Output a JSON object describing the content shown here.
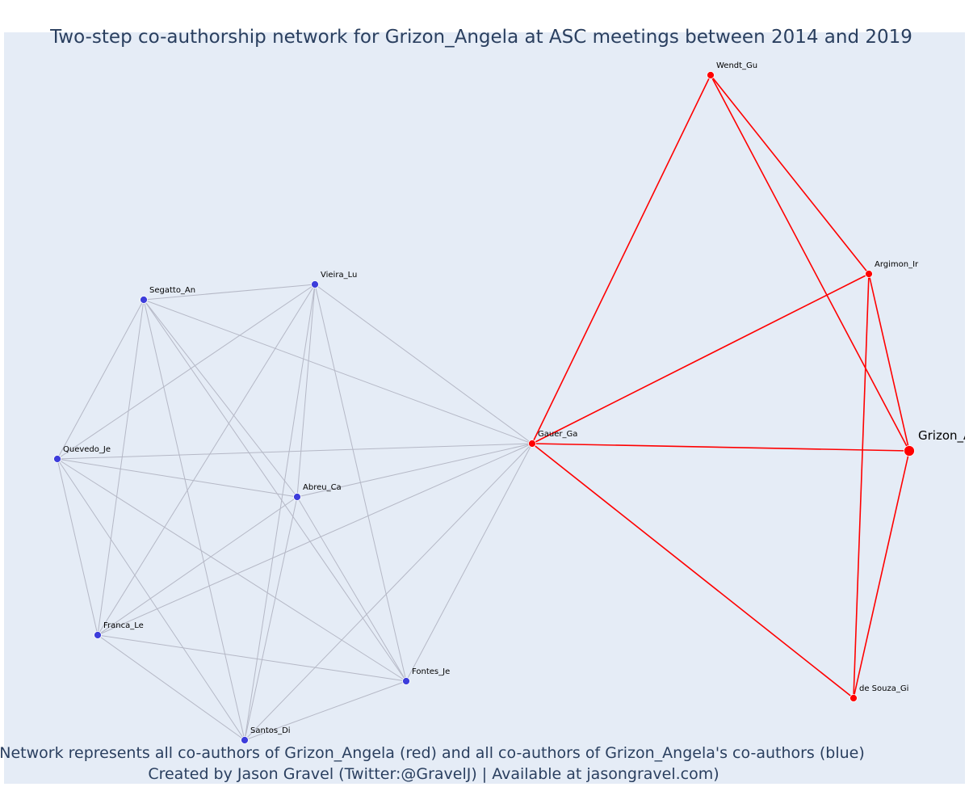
{
  "title": "Two-step co-authorship network for Grizon_Angela at ASC meetings between 2014 and 2019",
  "footer": {
    "line1": "Network represents all co-authors of Grizon_Angela (red) and all co-authors of Grizon_Angela's co-authors (blue)",
    "line2": "Created by Jason Gravel (Twitter:@GravelJ) | Available at jasongravel.com)"
  },
  "colors": {
    "background": "#e5ecf6",
    "red": "#ff0000",
    "blue": "#3d3ddb",
    "gray_edge": "#b5b8c6",
    "text": "#2a3f5f"
  },
  "nodes": [
    {
      "id": "Wendt_Gu",
      "group": "red"
    },
    {
      "id": "Argimon_Ir",
      "group": "red"
    },
    {
      "id": "Grizon_Angela",
      "label": "Grizon_A",
      "group": "focal"
    },
    {
      "id": "Gauer_Ga",
      "group": "red"
    },
    {
      "id": "de Souza_Gi",
      "group": "red"
    },
    {
      "id": "Vieira_Lu",
      "group": "blue"
    },
    {
      "id": "Segatto_An",
      "group": "blue"
    },
    {
      "id": "Quevedo_Je",
      "group": "blue"
    },
    {
      "id": "Abreu_Ca",
      "group": "blue"
    },
    {
      "id": "Franca_Le",
      "group": "blue"
    },
    {
      "id": "Fontes_Je",
      "group": "blue"
    },
    {
      "id": "Santos_Di",
      "group": "blue"
    }
  ],
  "edges_red": [
    [
      "Wendt_Gu",
      "Gauer_Ga"
    ],
    [
      "Wendt_Gu",
      "Argimon_Ir"
    ],
    [
      "Wendt_Gu",
      "Grizon_Angela"
    ],
    [
      "Argimon_Ir",
      "Gauer_Ga"
    ],
    [
      "Argimon_Ir",
      "Grizon_Angela"
    ],
    [
      "Argimon_Ir",
      "de Souza_Gi"
    ],
    [
      "Gauer_Ga",
      "Grizon_Angela"
    ],
    [
      "Gauer_Ga",
      "de Souza_Gi"
    ],
    [
      "de Souza_Gi",
      "Grizon_Angela"
    ]
  ],
  "edges_gray": [
    [
      "Segatto_An",
      "Vieira_Lu"
    ],
    [
      "Segatto_An",
      "Gauer_Ga"
    ],
    [
      "Segatto_An",
      "Quevedo_Je"
    ],
    [
      "Segatto_An",
      "Franca_Le"
    ],
    [
      "Segatto_An",
      "Santos_Di"
    ],
    [
      "Segatto_An",
      "Fontes_Je"
    ],
    [
      "Segatto_An",
      "Abreu_Ca"
    ],
    [
      "Vieira_Lu",
      "Gauer_Ga"
    ],
    [
      "Vieira_Lu",
      "Quevedo_Je"
    ],
    [
      "Vieira_Lu",
      "Franca_Le"
    ],
    [
      "Vieira_Lu",
      "Santos_Di"
    ],
    [
      "Vieira_Lu",
      "Fontes_Je"
    ],
    [
      "Vieira_Lu",
      "Abreu_Ca"
    ],
    [
      "Quevedo_Je",
      "Gauer_Ga"
    ],
    [
      "Quevedo_Je",
      "Abreu_Ca"
    ],
    [
      "Quevedo_Je",
      "Franca_Le"
    ],
    [
      "Quevedo_Je",
      "Santos_Di"
    ],
    [
      "Quevedo_Je",
      "Fontes_Je"
    ],
    [
      "Abreu_Ca",
      "Gauer_Ga"
    ],
    [
      "Abreu_Ca",
      "Franca_Le"
    ],
    [
      "Abreu_Ca",
      "Santos_Di"
    ],
    [
      "Abreu_Ca",
      "Fontes_Je"
    ],
    [
      "Franca_Le",
      "Gauer_Ga"
    ],
    [
      "Franca_Le",
      "Santos_Di"
    ],
    [
      "Franca_Le",
      "Fontes_Je"
    ],
    [
      "Santos_Di",
      "Gauer_Ga"
    ],
    [
      "Santos_Di",
      "Fontes_Je"
    ],
    [
      "Fontes_Je",
      "Gauer_Ga"
    ]
  ]
}
